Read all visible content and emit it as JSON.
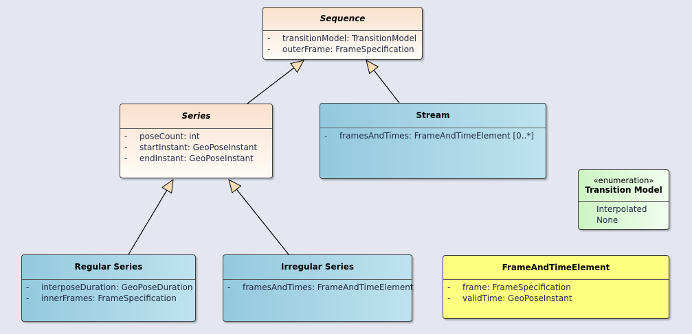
{
  "diagram": {
    "classes": [
      {
        "id": "sequence",
        "stereotype": "",
        "name": "Sequence",
        "abstract": true,
        "style": "abstract",
        "attributes": [
          {
            "visibility": "-",
            "text": "transitionModel: TransitionModel"
          },
          {
            "visibility": "-",
            "text": "outerFrame: FrameSpecification"
          }
        ]
      },
      {
        "id": "series",
        "stereotype": "",
        "name": "Series",
        "abstract": true,
        "style": "abstract",
        "attributes": [
          {
            "visibility": "-",
            "text": "poseCount: int"
          },
          {
            "visibility": "-",
            "text": "startInstant: GeoPoseInstant"
          },
          {
            "visibility": "-",
            "text": "endInstant: GeoPoseInstant"
          }
        ]
      },
      {
        "id": "stream",
        "stereotype": "",
        "name": "Stream",
        "abstract": false,
        "style": "concrete",
        "attributes": [
          {
            "visibility": "-",
            "text": "framesAndTimes: FrameAndTimeElement [0..*]"
          }
        ]
      },
      {
        "id": "transition-model",
        "stereotype": "«enumeration»",
        "name": "Transition Model",
        "abstract": false,
        "style": "enum",
        "literals": [
          "Interpolated",
          "None"
        ]
      },
      {
        "id": "regular-series",
        "stereotype": "",
        "name": "Regular Series",
        "abstract": false,
        "style": "concrete",
        "attributes": [
          {
            "visibility": "-",
            "text": "interposeDuration: GeoPoseDuration"
          },
          {
            "visibility": "-",
            "text": "innerFrames: FrameSpecification"
          }
        ]
      },
      {
        "id": "irregular-series",
        "stereotype": "",
        "name": "Irregular Series",
        "abstract": false,
        "style": "concrete",
        "attributes": [
          {
            "visibility": "-",
            "text": "framesAndTimes: FrameAndTimeElement"
          }
        ]
      },
      {
        "id": "frame-and-time-element",
        "stereotype": "",
        "name": "FrameAndTimeElement",
        "abstract": false,
        "style": "datatype",
        "attributes": [
          {
            "visibility": "-",
            "text": "frame: FrameSpecification"
          },
          {
            "visibility": "-",
            "text": "validTime: GeoPoseInstant"
          }
        ]
      }
    ],
    "generalizations": [
      {
        "from": "series",
        "to": "sequence"
      },
      {
        "from": "stream",
        "to": "sequence"
      },
      {
        "from": "regular-series",
        "to": "series"
      },
      {
        "from": "irregular-series",
        "to": "series"
      }
    ]
  }
}
